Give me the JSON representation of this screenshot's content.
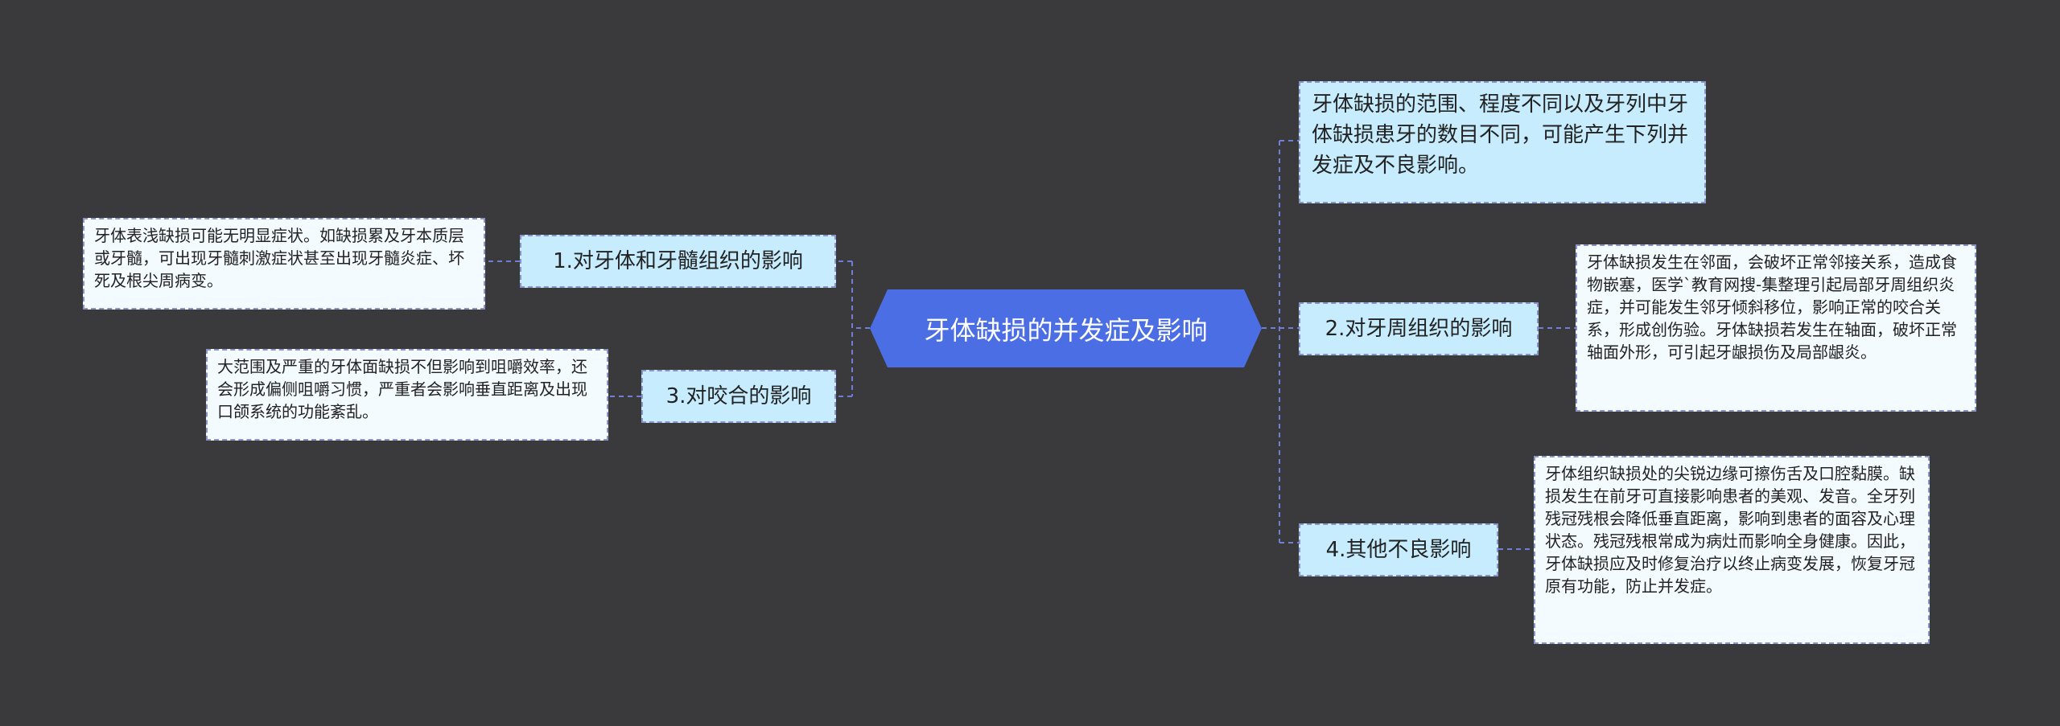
{
  "root": {
    "label": "牙体缺损的并发症及影响"
  },
  "intro": {
    "text": "牙体缺损的范围、程度不同以及牙列中牙体缺损患牙的数目不同，可能产生下列并发症及不良影响。"
  },
  "branches": [
    {
      "label": "1.对牙体和牙髓组织的影响",
      "detail": "牙体表浅缺损可能无明显症状。如缺损累及牙本质层或牙髓，可出现牙髓刺激症状甚至出现牙髓炎症、坏死及根尖周病变。"
    },
    {
      "label": "2.对牙周组织的影响",
      "detail": "牙体缺损发生在邻面，会破坏正常邻接关系，造成食物嵌塞，医学`教育网搜-集整理引起局部牙周组织炎症，并可能发生邻牙倾斜移位，影响正常的咬合关系，形成创伤验。牙体缺损若发生在轴面，破坏正常轴面外形，可引起牙龈损伤及局部龈炎。"
    },
    {
      "label": "3.对咬合的影响",
      "detail": "大范围及严重的牙体面缺损不但影响到咀嚼效率，还会形成偏侧咀嚼习惯，严重者会影响垂直距离及出现口颌系统的功能紊乱。"
    },
    {
      "label": "4.其他不良影响",
      "detail": "牙体组织缺损处的尖锐边缘可擦伤舌及口腔黏膜。缺损发生在前牙可直接影响患者的美观、发音。全牙列残冠残根会降低垂直距离，影响到患者的面容及心理状态。残冠残根常成为病灶而影响全身健康。因此，牙体缺损应及时修复治疗以终止病变发展，恢复牙冠原有功能，防止并发症。"
    }
  ],
  "colors": {
    "background": "#3a393b",
    "root_fill": "#4b6ee4",
    "branch_fill": "#c6ecfd",
    "leaf_fill": "#f3fbfe",
    "connector": "#6f7fd6"
  }
}
